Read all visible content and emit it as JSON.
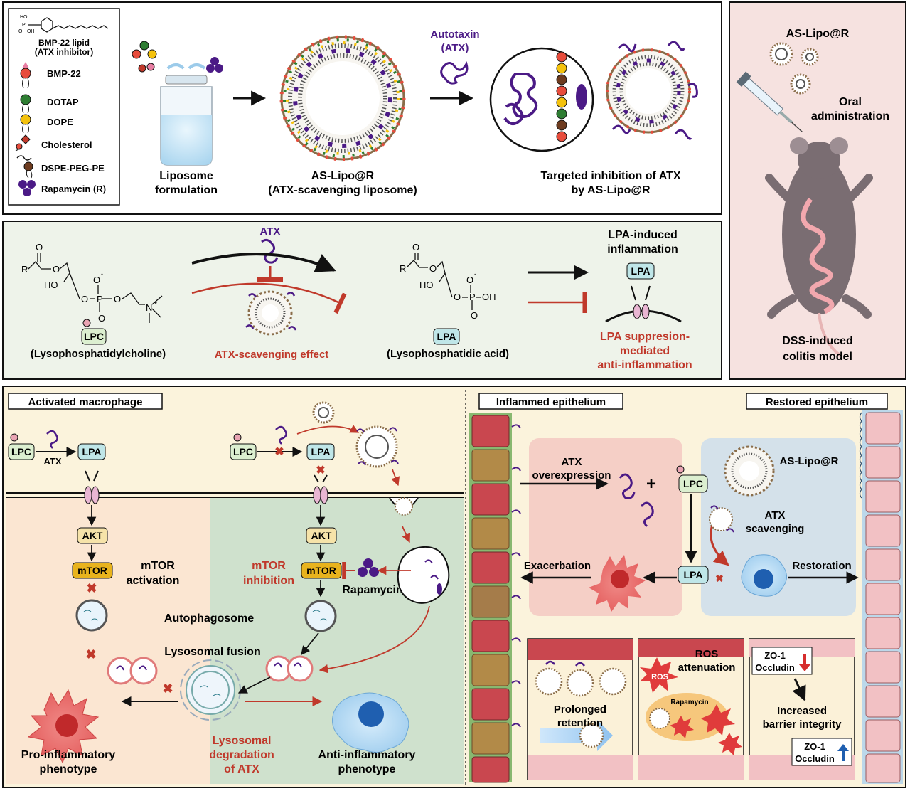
{
  "legend": {
    "bmp_struct": "BMP-22 lipid",
    "bmp_struct_sub": "(ATX inhibitor)",
    "items": [
      "BMP-22",
      "DOTAP",
      "DOPE",
      "Cholesterol",
      "DSPE-PEG-PE",
      "Rapamycin (R)"
    ]
  },
  "top": {
    "liposome_formulation": [
      "Liposome",
      "formulation"
    ],
    "as_lipo": [
      "AS-Lipo@R",
      "(ATX-scavenging liposome)"
    ],
    "autotaxin": [
      "Autotaxin",
      "(ATX)"
    ],
    "targeted": [
      "Targeted inhibition of ATX",
      "by AS-Lipo@R"
    ]
  },
  "mouse_panel": {
    "title": "AS-Lipo@R",
    "oral": [
      "Oral",
      "administration"
    ],
    "model": [
      "DSS-induced",
      "colitis model"
    ]
  },
  "chem": {
    "atx": "ATX",
    "lpc_tag": "LPC",
    "lpc_name": "(Lysophosphatidylcholine)",
    "scavenging": "ATX-scavenging effect",
    "lpa_tag": "LPA",
    "lpa_name": "(Lysophosphatidic acid)",
    "lpa_induced": [
      "LPA-induced",
      "inflammation"
    ],
    "suppression": [
      "LPA suppresion-",
      "mediated",
      "anti-inflammation"
    ],
    "atoms": {
      "R": "R",
      "O": "O",
      "O_minus": "O",
      "HO": "HO",
      "P": "P",
      "N": "N",
      "plus": "+",
      "minus": "-",
      "OH": "OH"
    }
  },
  "macrophage": {
    "title": "Activated macrophage",
    "lpc": "LPC",
    "lpa": "LPA",
    "atx": "ATX",
    "akt": "AKT",
    "mtor": "mTOR",
    "mtor_activation": [
      "mTOR",
      "activation"
    ],
    "mtor_inhibition": [
      "mTOR",
      "inhibition"
    ],
    "rapamycin": "Rapamycin",
    "autophagosome": "Autophagosome",
    "lysosomal_fusion": "Lysosomal fusion",
    "pro": [
      "Pro-inflammatory",
      "phenotype"
    ],
    "lyso_deg": [
      "Lysosomal",
      "degradation",
      "of ATX"
    ],
    "anti": [
      "Anti-inflammatory",
      "phenotype"
    ]
  },
  "epithelium": {
    "inflamed": "Inflammed epithelium",
    "restored": "Restored epithelium",
    "atx_over": [
      "ATX",
      "overexpression"
    ],
    "plus": "+",
    "lpc": "LPC",
    "lpa": "LPA",
    "as_lipo": "AS-Lipo@R",
    "atx_scav": [
      "ATX",
      "scavenging"
    ],
    "exacerbation": "Exacerbation",
    "restoration": "Restoration",
    "prolonged": [
      "Prolonged",
      "retention"
    ],
    "ros": "ROS",
    "ros_att": [
      "ROS",
      "attenuation"
    ],
    "rapamycin": "Rapamycin",
    "zo1": "ZO-1",
    "occludin": "Occludin",
    "barrier": [
      "Increased",
      "barrier integrity"
    ]
  },
  "colors": {
    "atx_purple": "#4b1a86",
    "red_text": "#c0392b",
    "lpc_box": "#dcefd0",
    "lpa_box": "#bfe6e8",
    "akt_box": "#f6e3a9",
    "mtor_box": "#e8b31d",
    "macro_bg": "#fbecd9",
    "green_bg": "#cfe1cd",
    "epi_red": "#f5cfc6",
    "epi_blue": "#d4e1ea",
    "mouse_bg": "#f6e2e0",
    "chem_bg": "#eef3ea",
    "bottom_bg": "#fbf3dc"
  },
  "icons": [
    "liposome-icon",
    "atx-protein-icon",
    "mouse-icon",
    "syringe-icon",
    "macrophage-icon",
    "receptor-icon",
    "vial-icon",
    "lysosome-icon",
    "autophagosome-icon",
    "ros-burst-icon"
  ]
}
